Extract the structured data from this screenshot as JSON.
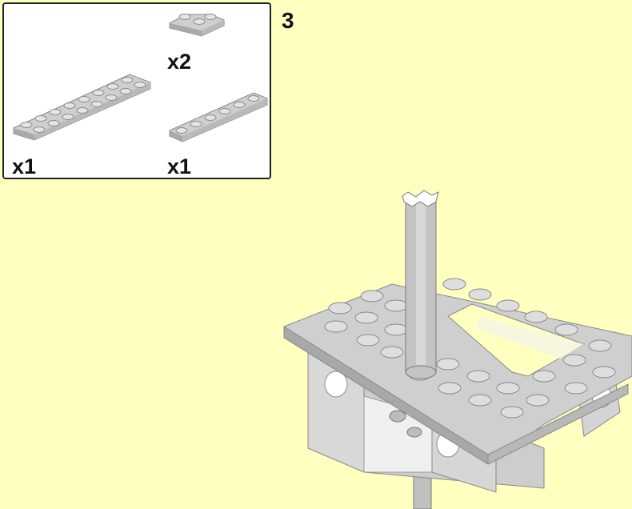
{
  "step": {
    "number": "3"
  },
  "parts_list": [
    {
      "part": "plate-2x2-corner",
      "quantity": "x2"
    },
    {
      "part": "plate-2x8",
      "quantity": "x1"
    },
    {
      "part": "plate-1x6",
      "quantity": "x1"
    }
  ],
  "colors": {
    "background": "#ffffc0",
    "part_gray": "#c8c8c8"
  }
}
